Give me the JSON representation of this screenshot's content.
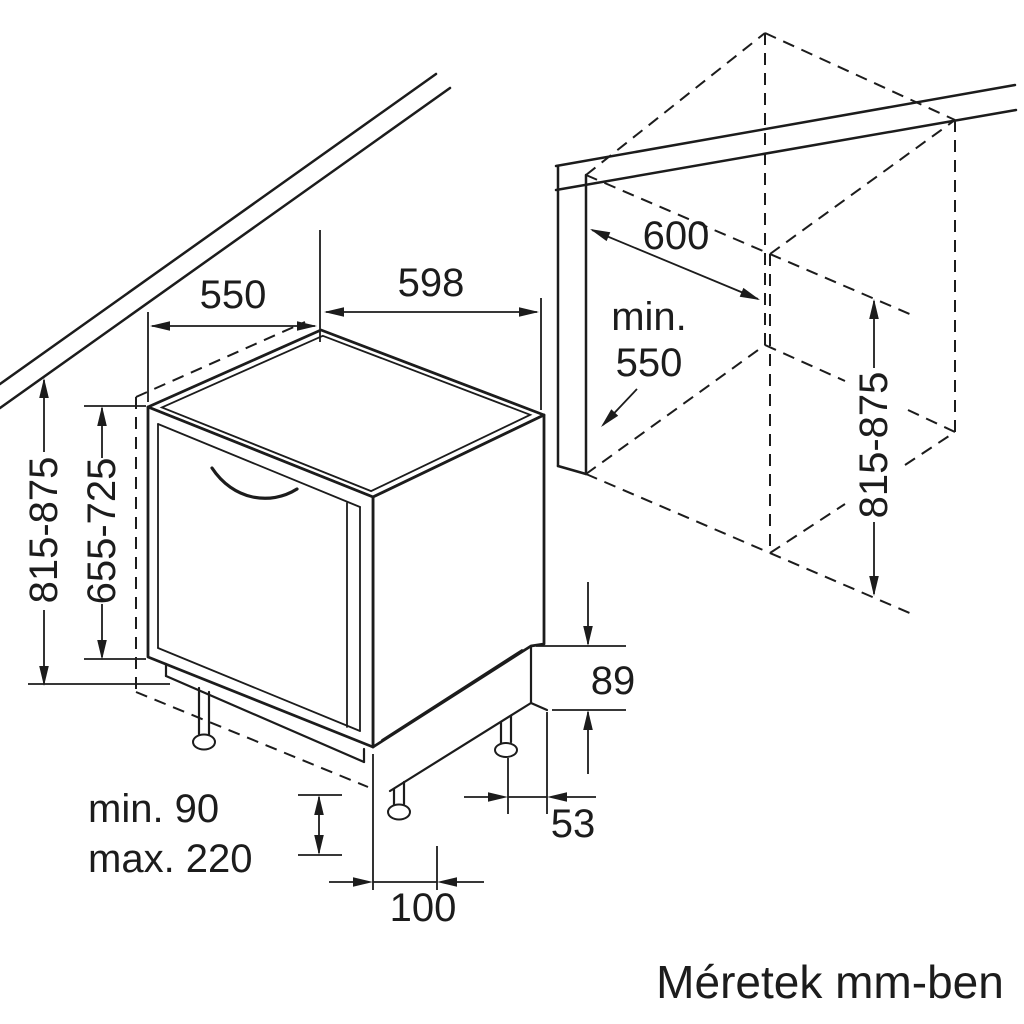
{
  "diagram": {
    "caption": "Méretek mm-ben",
    "dimensions": {
      "depth_top": "550",
      "width_top": "598",
      "height_left": "815-875",
      "door_height": "655-725",
      "niche_width": "600",
      "niche_depth_line1": "min.",
      "niche_depth_line2": "550",
      "niche_height": "815-875",
      "rear_step_height": "89",
      "rear_step_depth": "53",
      "base_recess_depth": "100",
      "plinth_min": "min. 90",
      "plinth_max": "max. 220"
    }
  }
}
